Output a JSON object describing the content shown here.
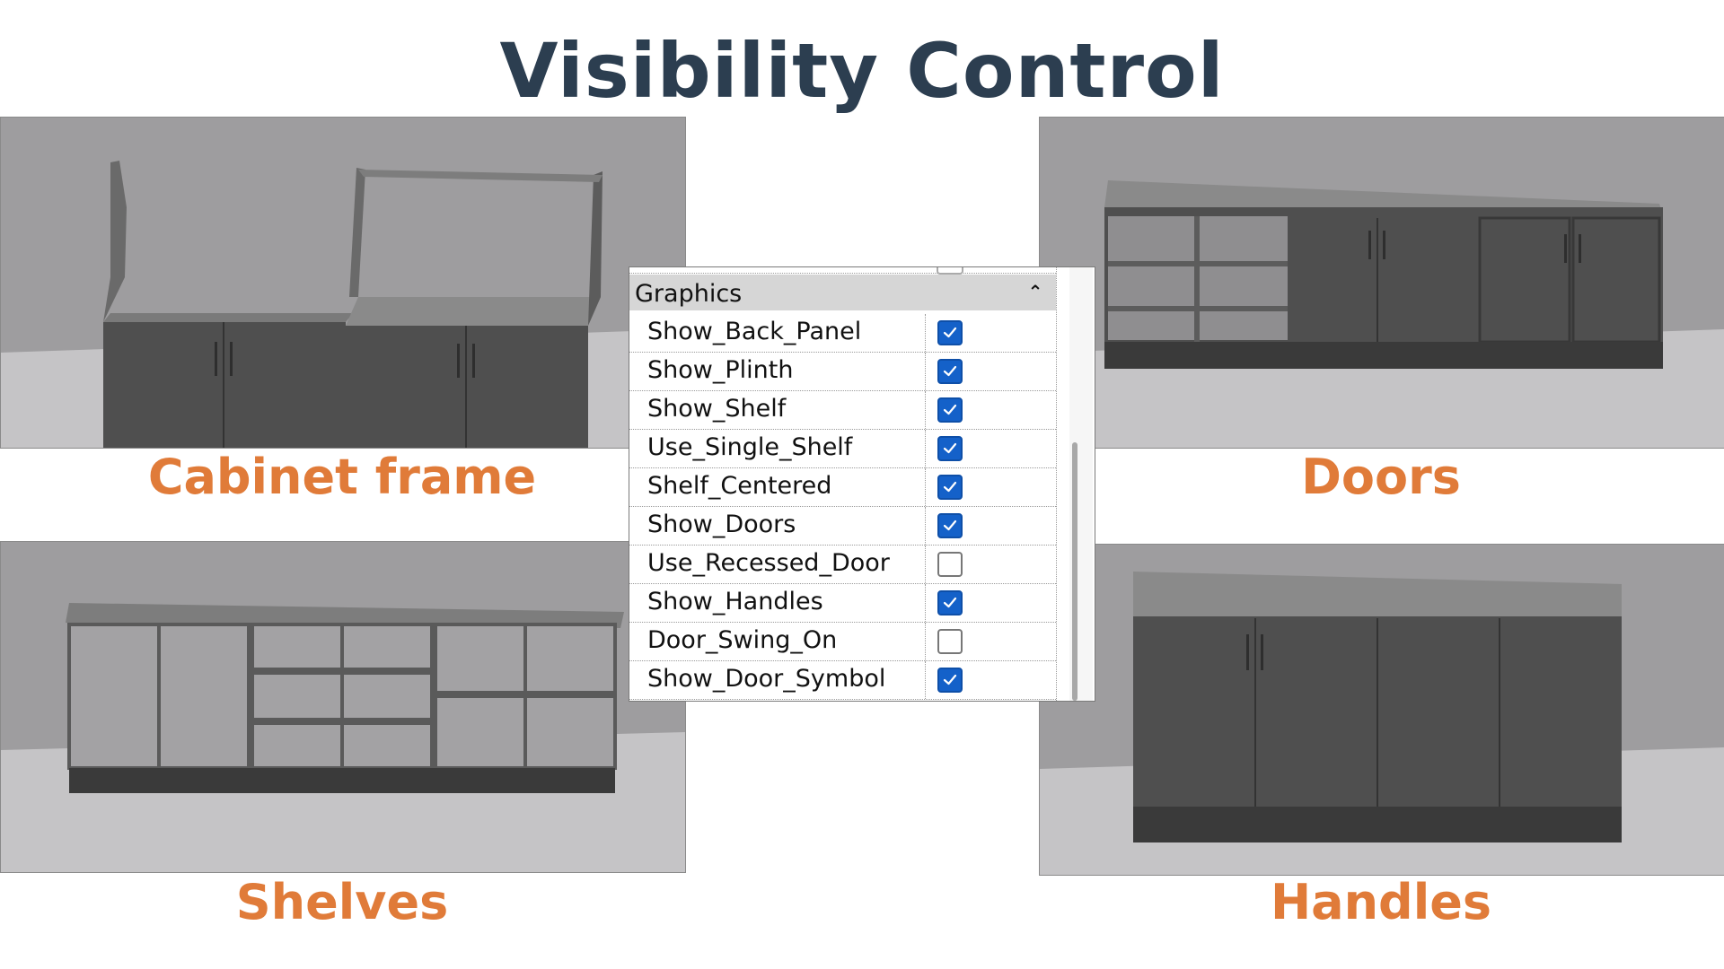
{
  "title": "Visibility Control",
  "panels": {
    "cabinet_frame": {
      "caption": "Cabinet frame"
    },
    "doors": {
      "caption": "Doors"
    },
    "shelves": {
      "caption": "Shelves"
    },
    "handles": {
      "caption": "Handles"
    }
  },
  "properties": {
    "group_label": "Graphics",
    "collapse_icon": "double-chevron-up-icon",
    "rows": [
      {
        "name": "Show_Back_Panel",
        "checked": true
      },
      {
        "name": "Show_Plinth",
        "checked": true
      },
      {
        "name": "Show_Shelf",
        "checked": true
      },
      {
        "name": "Use_Single_Shelf",
        "checked": true
      },
      {
        "name": "Shelf_Centered",
        "checked": true
      },
      {
        "name": "Show_Doors",
        "checked": true
      },
      {
        "name": "Use_Recessed_Door",
        "checked": false
      },
      {
        "name": "Show_Handles",
        "checked": true
      },
      {
        "name": "Door_Swing_On",
        "checked": false
      },
      {
        "name": "Show_Door_Symbol",
        "checked": true
      }
    ]
  },
  "colors": {
    "title": "#2c3e50",
    "caption": "#e07b39",
    "checkbox_checked": "#1461c9",
    "cabinet": "#4f4f4f",
    "wall": "#9e9d9f",
    "floor": "#c5c4c6"
  }
}
